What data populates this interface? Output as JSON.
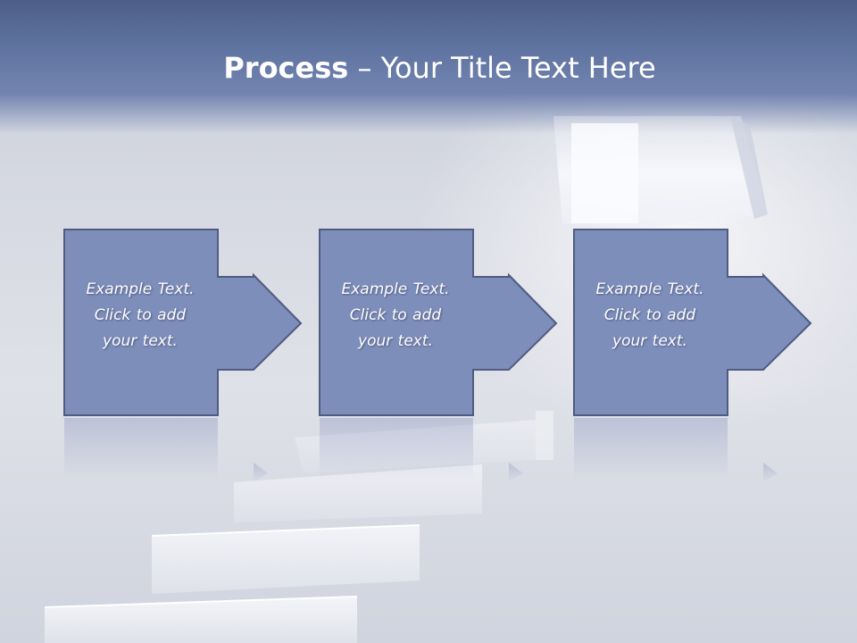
{
  "title": {
    "bold": "Process",
    "rest": " – Your Title Text Here"
  },
  "steps": [
    {
      "text_line1": "Example Text.",
      "text_line2": "Click  to add",
      "text_line3": "your text."
    },
    {
      "text_line1": "Example Text.",
      "text_line2": "Click  to add",
      "text_line3": "your text."
    },
    {
      "text_line1": "Example Text.",
      "text_line2": "Click  to add",
      "text_line3": "your text."
    }
  ],
  "colors": {
    "title_band": "#5f73a0",
    "box_fill": "#7d8dba",
    "box_border": "#4e5a7e",
    "text": "#ffffff"
  }
}
